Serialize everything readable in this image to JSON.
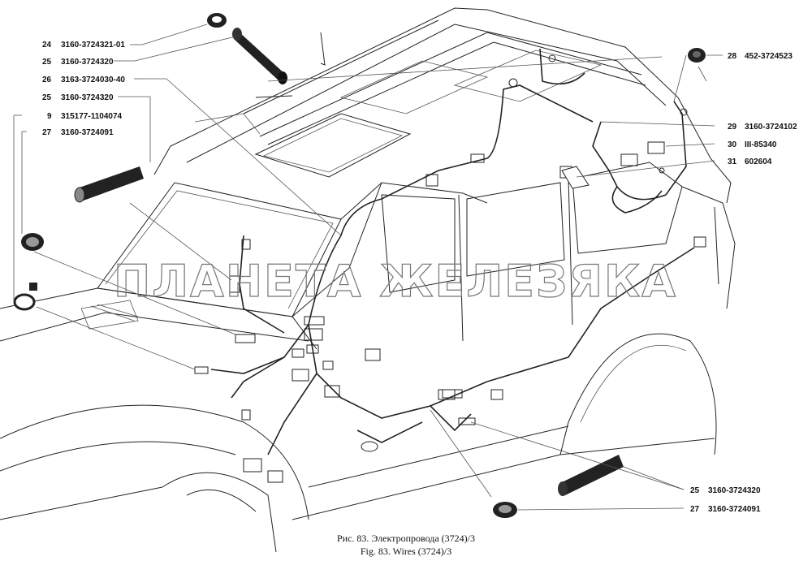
{
  "callouts_left": [
    {
      "num": "24",
      "part": "3160-3724321-01"
    },
    {
      "num": "25",
      "part": "3160-3724320"
    },
    {
      "num": "26",
      "part": "3163-3724030-40"
    },
    {
      "num": "25",
      "part": "3160-3724320"
    },
    {
      "num": "9",
      "part": "315177-1104074"
    },
    {
      "num": "27",
      "part": "3160-3724091"
    }
  ],
  "callouts_right": [
    {
      "num": "28",
      "part": "452-3724523"
    },
    {
      "num": "29",
      "part": "3160-3724102"
    },
    {
      "num": "30",
      "part": "III-85340"
    },
    {
      "num": "31",
      "part": "602604"
    }
  ],
  "callouts_bottom": [
    {
      "num": "25",
      "part": "3160-3724320"
    },
    {
      "num": "27",
      "part": "3160-3724091"
    }
  ],
  "watermark": "ПЛАНЕТА ЖЕЛЕЗЯКА",
  "caption": {
    "ru": "Рис. 83. Электропровода (3724)/3",
    "en": "Fig. 83. Wires (3724)/3"
  }
}
